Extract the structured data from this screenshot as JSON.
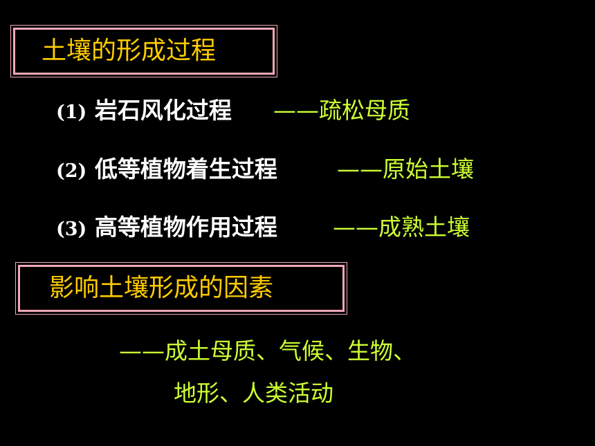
{
  "section1": {
    "title": "土壤的形成过程",
    "items": [
      {
        "num": "(1)",
        "name": " 岩石风化过程",
        "result": "——疏松母质"
      },
      {
        "num": "(2)",
        "name": " 低等植物着生过程",
        "result": "——原始土壤"
      },
      {
        "num": "(3)",
        "name": " 高等植物作用过程",
        "result": "——成熟土壤"
      }
    ]
  },
  "section2": {
    "title": "影响土壤形成的因素",
    "line1": "——成土母质、气候、生物、",
    "line2": "地形、人类活动"
  },
  "colors": {
    "background": "#000000",
    "title_text": "#ffcc00",
    "box_border": "#f2a8b8",
    "item_text": "#ffffff",
    "result_text": "#ccff33"
  }
}
